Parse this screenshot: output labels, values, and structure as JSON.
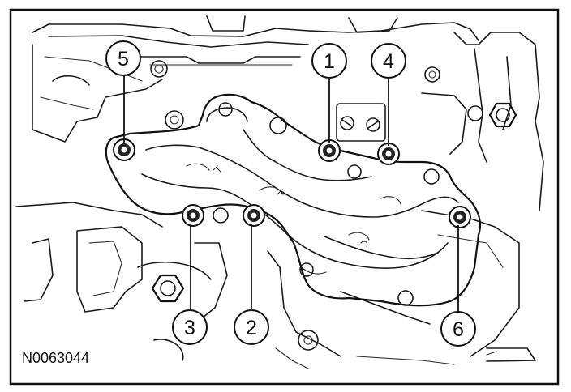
{
  "figure": {
    "reference_code": "N0063044",
    "callouts": [
      {
        "label": "1"
      },
      {
        "label": "2"
      },
      {
        "label": "3"
      },
      {
        "label": "4"
      },
      {
        "label": "5"
      },
      {
        "label": "6"
      }
    ]
  }
}
